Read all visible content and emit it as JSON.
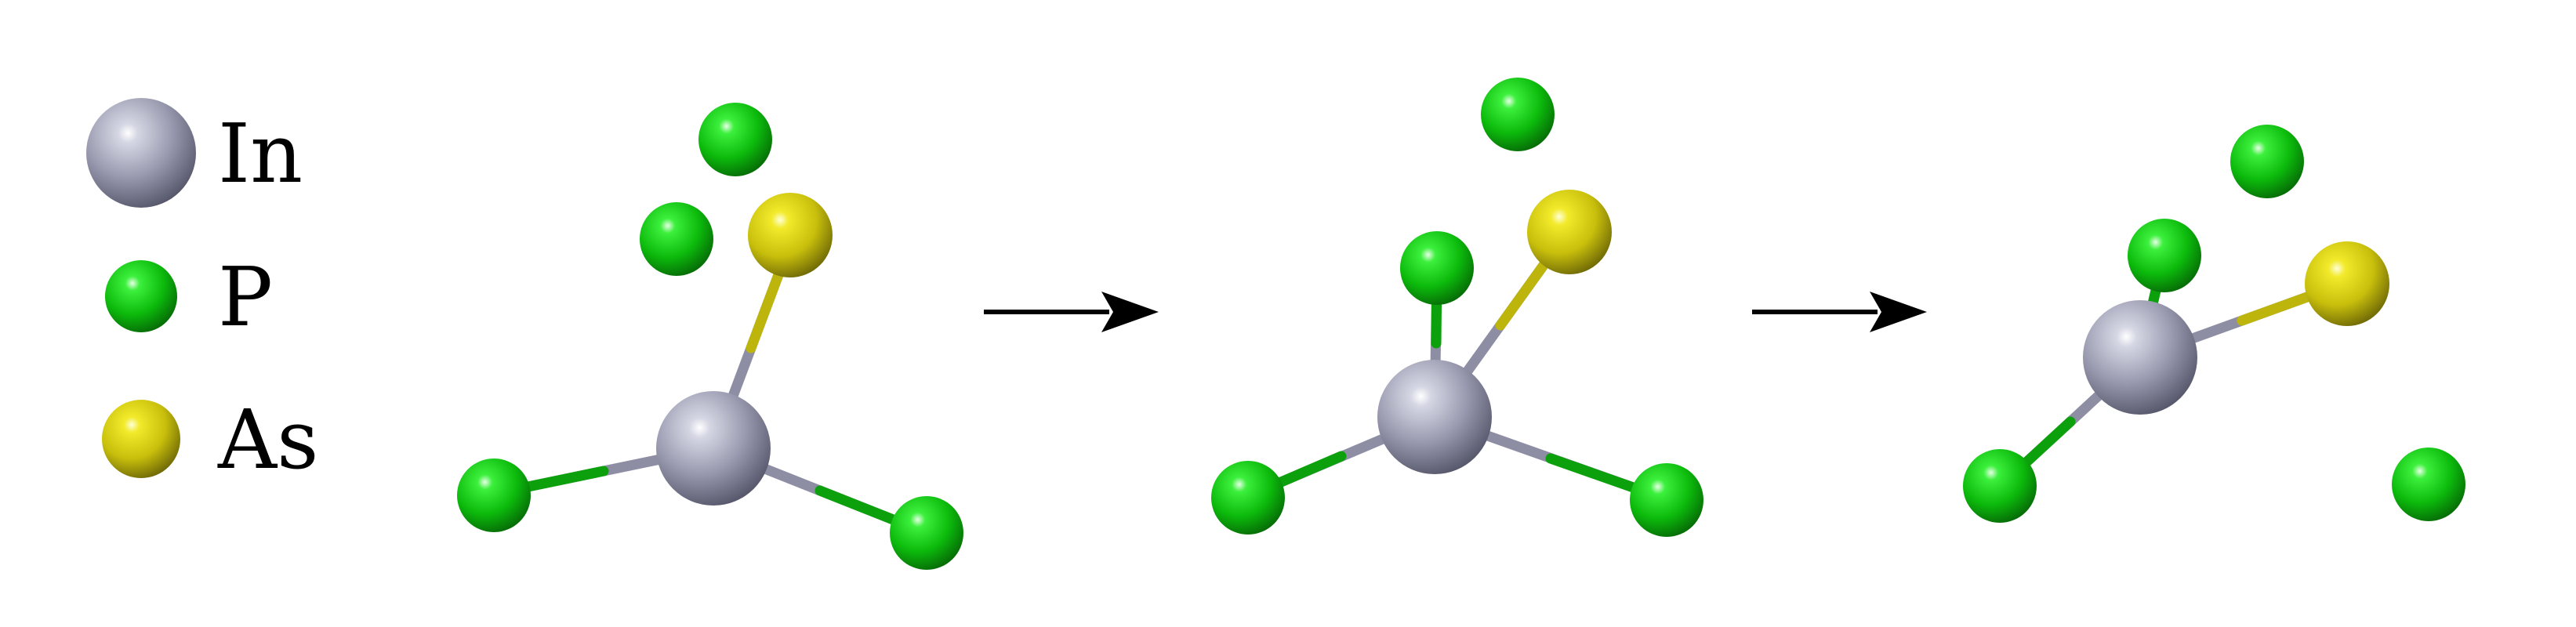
{
  "legend": {
    "items": [
      {
        "symbol": "In",
        "color": "#9a9bb0"
      },
      {
        "symbol": "P",
        "color": "#0fc80f"
      },
      {
        "symbol": "As",
        "color": "#d4cc10"
      }
    ]
  },
  "colors": {
    "indium": "#9a9bb0",
    "phosphorus": "#0fc80f",
    "arsenic": "#d4cc10",
    "arrow": "#000000",
    "background": "#ffffff"
  },
  "panels": [
    {
      "name": "initial-structure"
    },
    {
      "name": "intermediate-structure"
    },
    {
      "name": "final-structure"
    }
  ],
  "arrows": [
    {
      "from": "initial-structure",
      "to": "intermediate-structure"
    },
    {
      "from": "intermediate-structure",
      "to": "final-structure"
    }
  ]
}
